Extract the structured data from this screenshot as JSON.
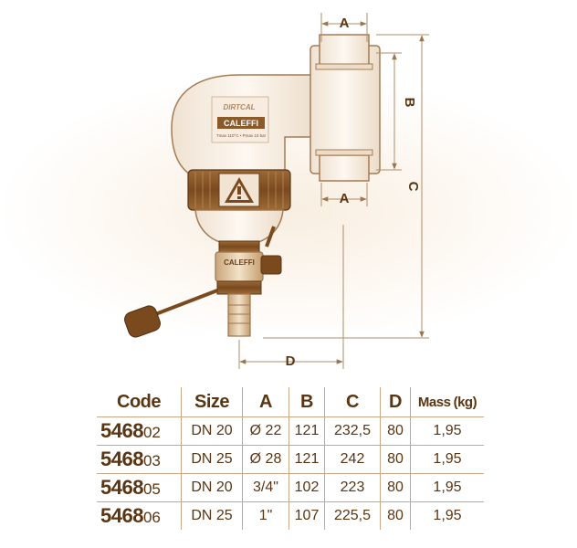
{
  "drawing": {
    "dimension_labels": {
      "a_top": "A",
      "a_bottom": "A",
      "b": "B",
      "c": "C",
      "d": "D"
    },
    "body_label": {
      "product_line": "DIRTCAL",
      "brand": "CALEFFI",
      "rating": "Tmax 110°C • Pmax 10 bar"
    },
    "valve_label": "CALEFFI",
    "colors": {
      "outline": "#a37b55",
      "body": "#fbf3ea",
      "ring": "#8a5a2b",
      "ring_dark": "#6a3e17",
      "brass": "#d8b88f",
      "dim_line": "#b08c6a"
    }
  },
  "table": {
    "headers": {
      "code": "Code",
      "size": "Size",
      "a": "A",
      "b": "B",
      "c": "C",
      "d": "D",
      "mass": "Mass",
      "mass_unit": "(kg)"
    },
    "rows": [
      {
        "code_prefix": "5468",
        "code_suffix": "02",
        "size": "DN 20",
        "a": "Ø 22",
        "b": "121",
        "c": "232,5",
        "d": "80",
        "mass": "1,95"
      },
      {
        "code_prefix": "5468",
        "code_suffix": "03",
        "size": "DN 25",
        "a": "Ø 28",
        "b": "121",
        "c": "242",
        "d": "80",
        "mass": "1,95"
      },
      {
        "code_prefix": "5468",
        "code_suffix": "05",
        "size": "DN 20",
        "a": "3/4\"",
        "b": "102",
        "c": "223",
        "d": "80",
        "mass": "1,95"
      },
      {
        "code_prefix": "5468",
        "code_suffix": "06",
        "size": "DN 25",
        "a": "1\"",
        "b": "107",
        "c": "225,5",
        "d": "80",
        "mass": "1,95"
      }
    ]
  }
}
